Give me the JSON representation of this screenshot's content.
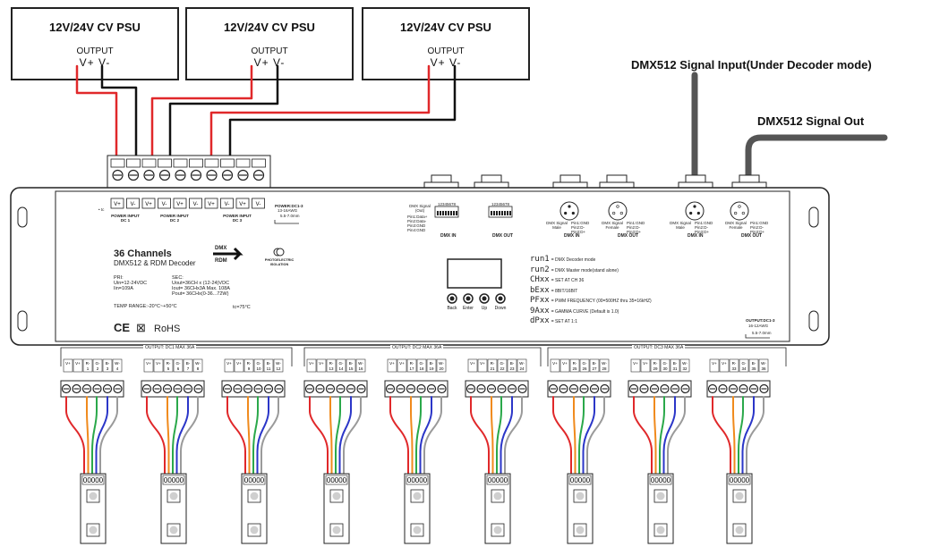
{
  "psu": [
    {
      "title": "12V/24V CV PSU",
      "output": "OUTPUT",
      "pins": "V+   V-"
    },
    {
      "title": "12V/24V CV PSU",
      "output": "OUTPUT",
      "pins": "V+   V-"
    },
    {
      "title": "12V/24V CV PSU",
      "output": "OUTPUT",
      "pins": "V+   V-"
    }
  ],
  "signal": {
    "input": "DMX512 Signal Input(Under Decoder mode)",
    "output": "DMX512 Signal Out"
  },
  "device": {
    "name": "36 Channels",
    "subtitle": "DMX512 & RDM Decoder",
    "pri_head": "PRI:",
    "pri_l1": "Uin=12-24VDC",
    "pri_l2": "Iin=109A",
    "sec_head": "SEC:",
    "sec_l1": "Uout=36CH x (12-24)VDC",
    "sec_l2": "Iout= 36CHx3A  Max. 108A",
    "sec_l3": "Pout= 36CHx(0-36...72W)",
    "temp": "TEMP RANGE:-20°C~+50°C",
    "tc": "tc=75°C",
    "tc_mark": "• tc",
    "marks": "CE",
    "rohs": "RoHS",
    "dmx_logo_top": "DMX",
    "dmx_logo_bottom": "RDM",
    "iso": "PHOTOELECTRIC ISOLATION",
    "power_inputs": [
      "POWER INPUT DC 1",
      "POWER INPUT DC 2",
      "POWER INPUT DC 3"
    ],
    "power_dc_top": "POWER:DC1-3",
    "power_dc_sub": "13-16AWG",
    "power_dc_len": "5.5-7.0mm",
    "terminal_v": [
      "V+",
      "V-",
      "V+",
      "V-",
      "V+",
      "V-",
      "V+",
      "V-",
      "V+",
      "V-",
      "V+",
      "V-"
    ],
    "dmx_pin_title": "DMX Signal (Out)",
    "dmx_pins": "Pin1:Data+ Pin2:Data- Pin3:GND Pin4:GND",
    "dip": "12345678",
    "dmx_in": "DMX IN",
    "dmx_out": "DMX OUT",
    "xlr_male": "DMX Signal Male",
    "xlr_female": "DMX Signal Female",
    "xlr_pins": "Pin1:GND Pin2:D- Pin3:D+",
    "buttons": [
      "Back",
      "Enter",
      "Up",
      "Down"
    ],
    "menu": [
      {
        "code": "run1",
        "text": "= DMX Decoder mode"
      },
      {
        "code": "run2",
        "text": "= DMX Master mode(stand alone)"
      },
      {
        "code": "CHxx",
        "text": "= SET AT CH 36"
      },
      {
        "code": "bExx",
        "text": "= 8BIT/16BIT"
      },
      {
        "code": "PFxx",
        "text": "= PWM FREQUENCY (00=500HZ thru 35=16kHZ)"
      },
      {
        "code": "9Axx",
        "text": "= GAMMA CURVE (Default is 1.0)"
      },
      {
        "code": "dPxx",
        "text": "= SET AT 1:1"
      }
    ],
    "output_dc_top": "OUTPUT:DC1-3",
    "output_dc_sub": "16-12AWG",
    "output_dc_len": "5.5-7.0mm",
    "groups": [
      "OUTPUT: DC1 MAX 36A",
      "OUTPUT: DC2 MAX 36A",
      "OUTPUT: DC3 MAX 36A"
    ]
  },
  "channels": [
    [
      "1",
      "2",
      "3",
      "4"
    ],
    [
      "5",
      "6",
      "7",
      "8"
    ],
    [
      "9",
      "10",
      "11",
      "12"
    ],
    [
      "13",
      "14",
      "15",
      "16"
    ],
    [
      "17",
      "18",
      "19",
      "20"
    ],
    [
      "21",
      "22",
      "23",
      "24"
    ],
    [
      "25",
      "26",
      "27",
      "28"
    ],
    [
      "29",
      "30",
      "31",
      "32"
    ],
    [
      "33",
      "34",
      "35",
      "36"
    ]
  ],
  "channel_pins": [
    "V+",
    "V+",
    "R-",
    "G-",
    "B-",
    "W-"
  ],
  "strip_label": "00000",
  "wire_colors": {
    "red": "#e0282a",
    "black": "#111111",
    "orange": "#f08a1c",
    "green": "#2aa84a",
    "blue": "#2b36c8",
    "gray": "#9a9a9a"
  }
}
